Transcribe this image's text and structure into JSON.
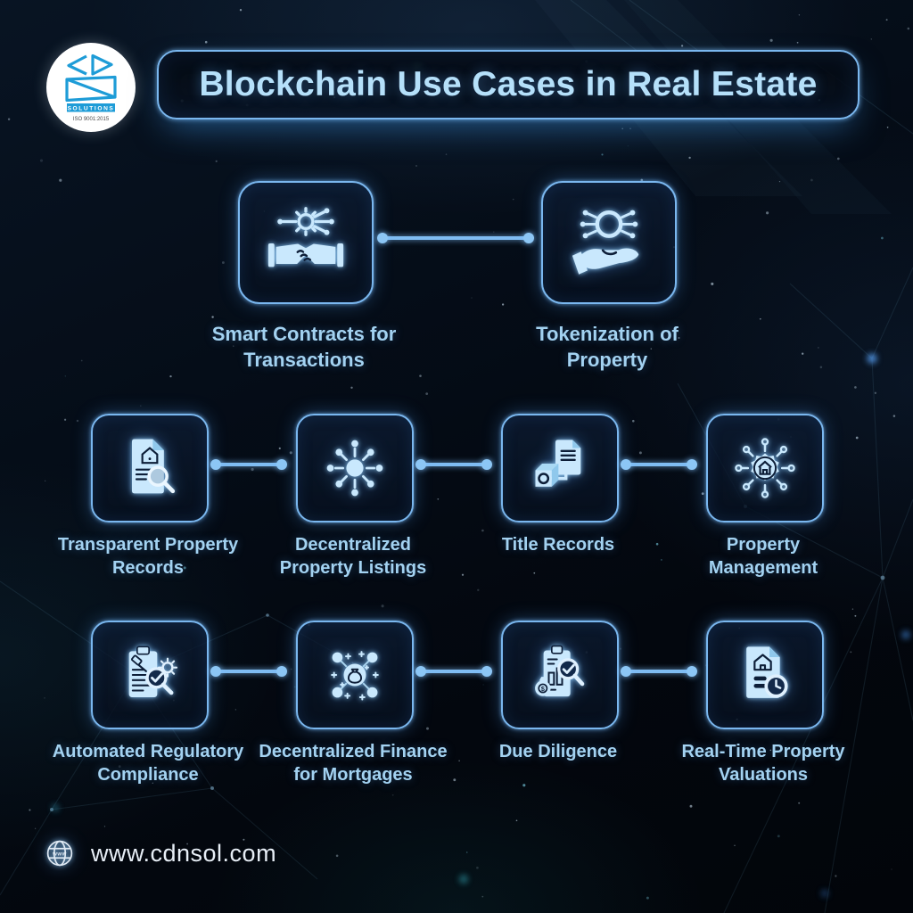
{
  "header": {
    "title": "Blockchain Use Cases in Real Estate"
  },
  "logo": {
    "solutions": "SOLUTIONS",
    "iso": "ISO 9001:2015"
  },
  "cards": [
    {
      "label": "Smart Contracts for\nTransactions",
      "icon": "smart-contracts-icon"
    },
    {
      "label": "Tokenization of\nProperty",
      "icon": "tokenization-icon"
    },
    {
      "label": "Transparent Property\nRecords",
      "icon": "transparent-records-icon"
    },
    {
      "label": "Decentralized\nProperty Listings",
      "icon": "decentralized-listings-icon"
    },
    {
      "label": "Title Records",
      "icon": "title-records-icon"
    },
    {
      "label": "Property\nManagement",
      "icon": "property-management-icon"
    },
    {
      "label": "Automated Regulatory\nCompliance",
      "icon": "regulatory-compliance-icon"
    },
    {
      "label": "Decentralized Finance\nfor Mortgages",
      "icon": "defi-mortgages-icon"
    },
    {
      "label": "Due Diligence",
      "icon": "due-diligence-icon"
    },
    {
      "label": "Real-Time Property\nValuations",
      "icon": "realtime-valuations-icon"
    }
  ],
  "footer": {
    "website": "www.cdnsol.com",
    "globe_label": "www"
  },
  "colors": {
    "background": "#04070d",
    "card_border": "#7ab7ef",
    "icon": "#c9e8fd",
    "title_text": "#b5e0fa",
    "label_text": "#a3d2f1",
    "footer_text": "#e7eef6",
    "logo_blue": "#1e9cd7"
  }
}
